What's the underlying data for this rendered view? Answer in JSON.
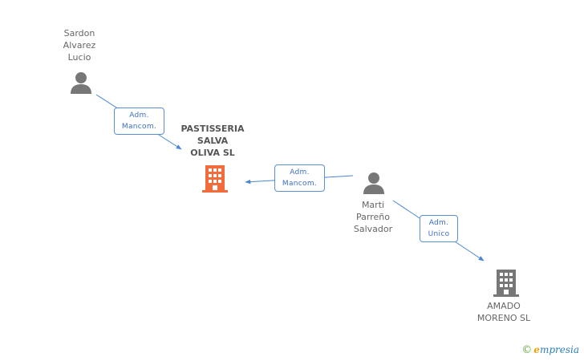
{
  "nodes": {
    "sardon": {
      "lines": [
        "Sardon",
        "Alvarez",
        "Lucio"
      ],
      "icon": "person-icon"
    },
    "pastisseria": {
      "lines": [
        "PASTISSERIA",
        "SALVA",
        "OLIVA SL"
      ],
      "icon": "building-icon",
      "color": "#f26b3a"
    },
    "marti": {
      "lines": [
        "Marti",
        "Parreño",
        "Salvador"
      ],
      "icon": "person-icon"
    },
    "amado": {
      "lines": [
        "AMADO",
        "MORENO SL"
      ],
      "icon": "building-icon",
      "color": "#777777"
    }
  },
  "relations": {
    "r1": {
      "lines": [
        "Adm.",
        "Mancom."
      ]
    },
    "r2": {
      "lines": [
        "Adm.",
        "Mancom."
      ]
    },
    "r3": {
      "lines": [
        "Adm.",
        "Unico"
      ]
    }
  },
  "colors": {
    "edge": "#4a86d6",
    "person": "#777777",
    "focus_company": "#f26b3a",
    "company": "#777777"
  },
  "brand": {
    "copyright": "©",
    "e": "e",
    "rest": "mpresia"
  }
}
